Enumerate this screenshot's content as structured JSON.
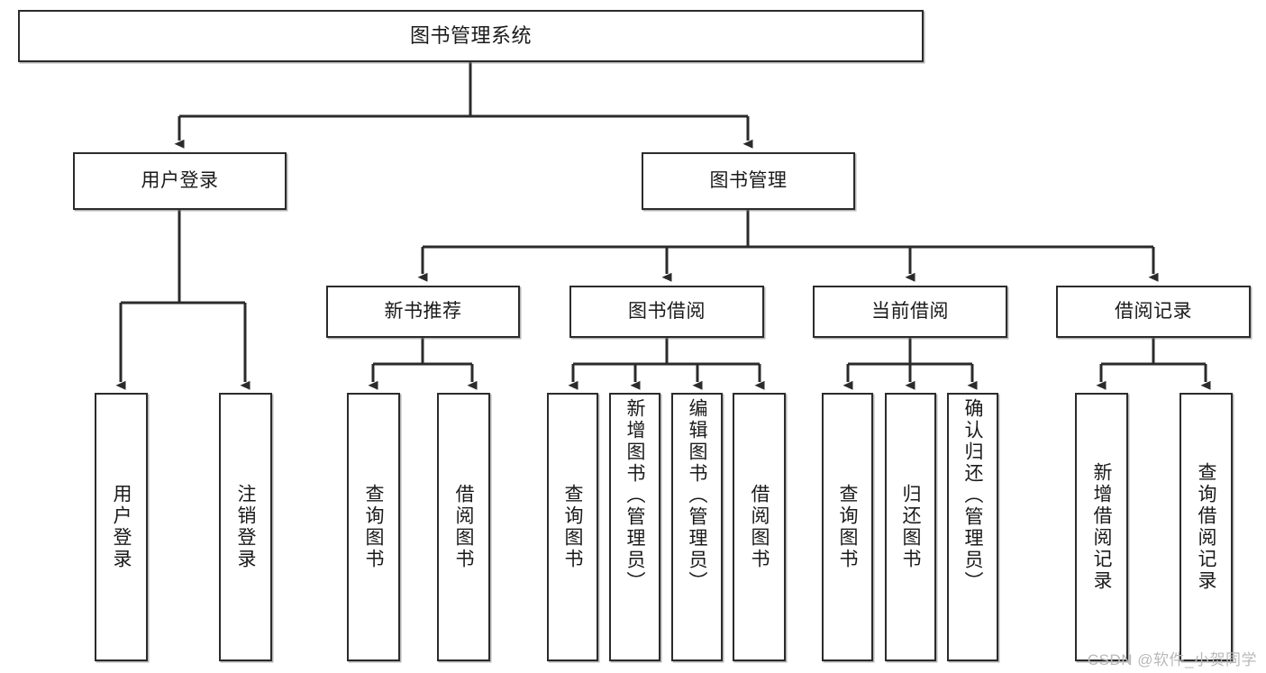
{
  "diagram": {
    "title": "图书管理系统",
    "type": "hierarchy-tree",
    "watermark": "CSDN @软件_小贺同学",
    "colors": {
      "box_border": "#2b2b2b",
      "box_fill": "#ffffff",
      "connector": "#2b2b2b",
      "background": "#ffffff",
      "watermark": "#b9b9b9"
    }
  },
  "nodes": {
    "root": {
      "label": "图书管理系统"
    },
    "level2": [
      {
        "label": "用户登录"
      },
      {
        "label": "图书管理"
      }
    ],
    "level3": [
      {
        "label": "新书推荐"
      },
      {
        "label": "图书借阅"
      },
      {
        "label": "当前借阅"
      },
      {
        "label": "借阅记录"
      }
    ],
    "leaves": {
      "user_login": [
        {
          "label": "用户登录"
        },
        {
          "label": "注销登录"
        }
      ],
      "new_book": [
        {
          "label": "查询图书"
        },
        {
          "label": "借阅图书"
        }
      ],
      "book_borrow": [
        {
          "label": "查询图书"
        },
        {
          "label": "新增图书（管理员）"
        },
        {
          "label": "编辑图书（管理员）"
        },
        {
          "label": "借阅图书"
        }
      ],
      "current_borrow": [
        {
          "label": "查询图书"
        },
        {
          "label": "归还图书"
        },
        {
          "label": "确认归还（管理员）"
        }
      ],
      "borrow_record": [
        {
          "label": "新增借阅记录"
        },
        {
          "label": "查询借阅记录"
        }
      ]
    }
  }
}
